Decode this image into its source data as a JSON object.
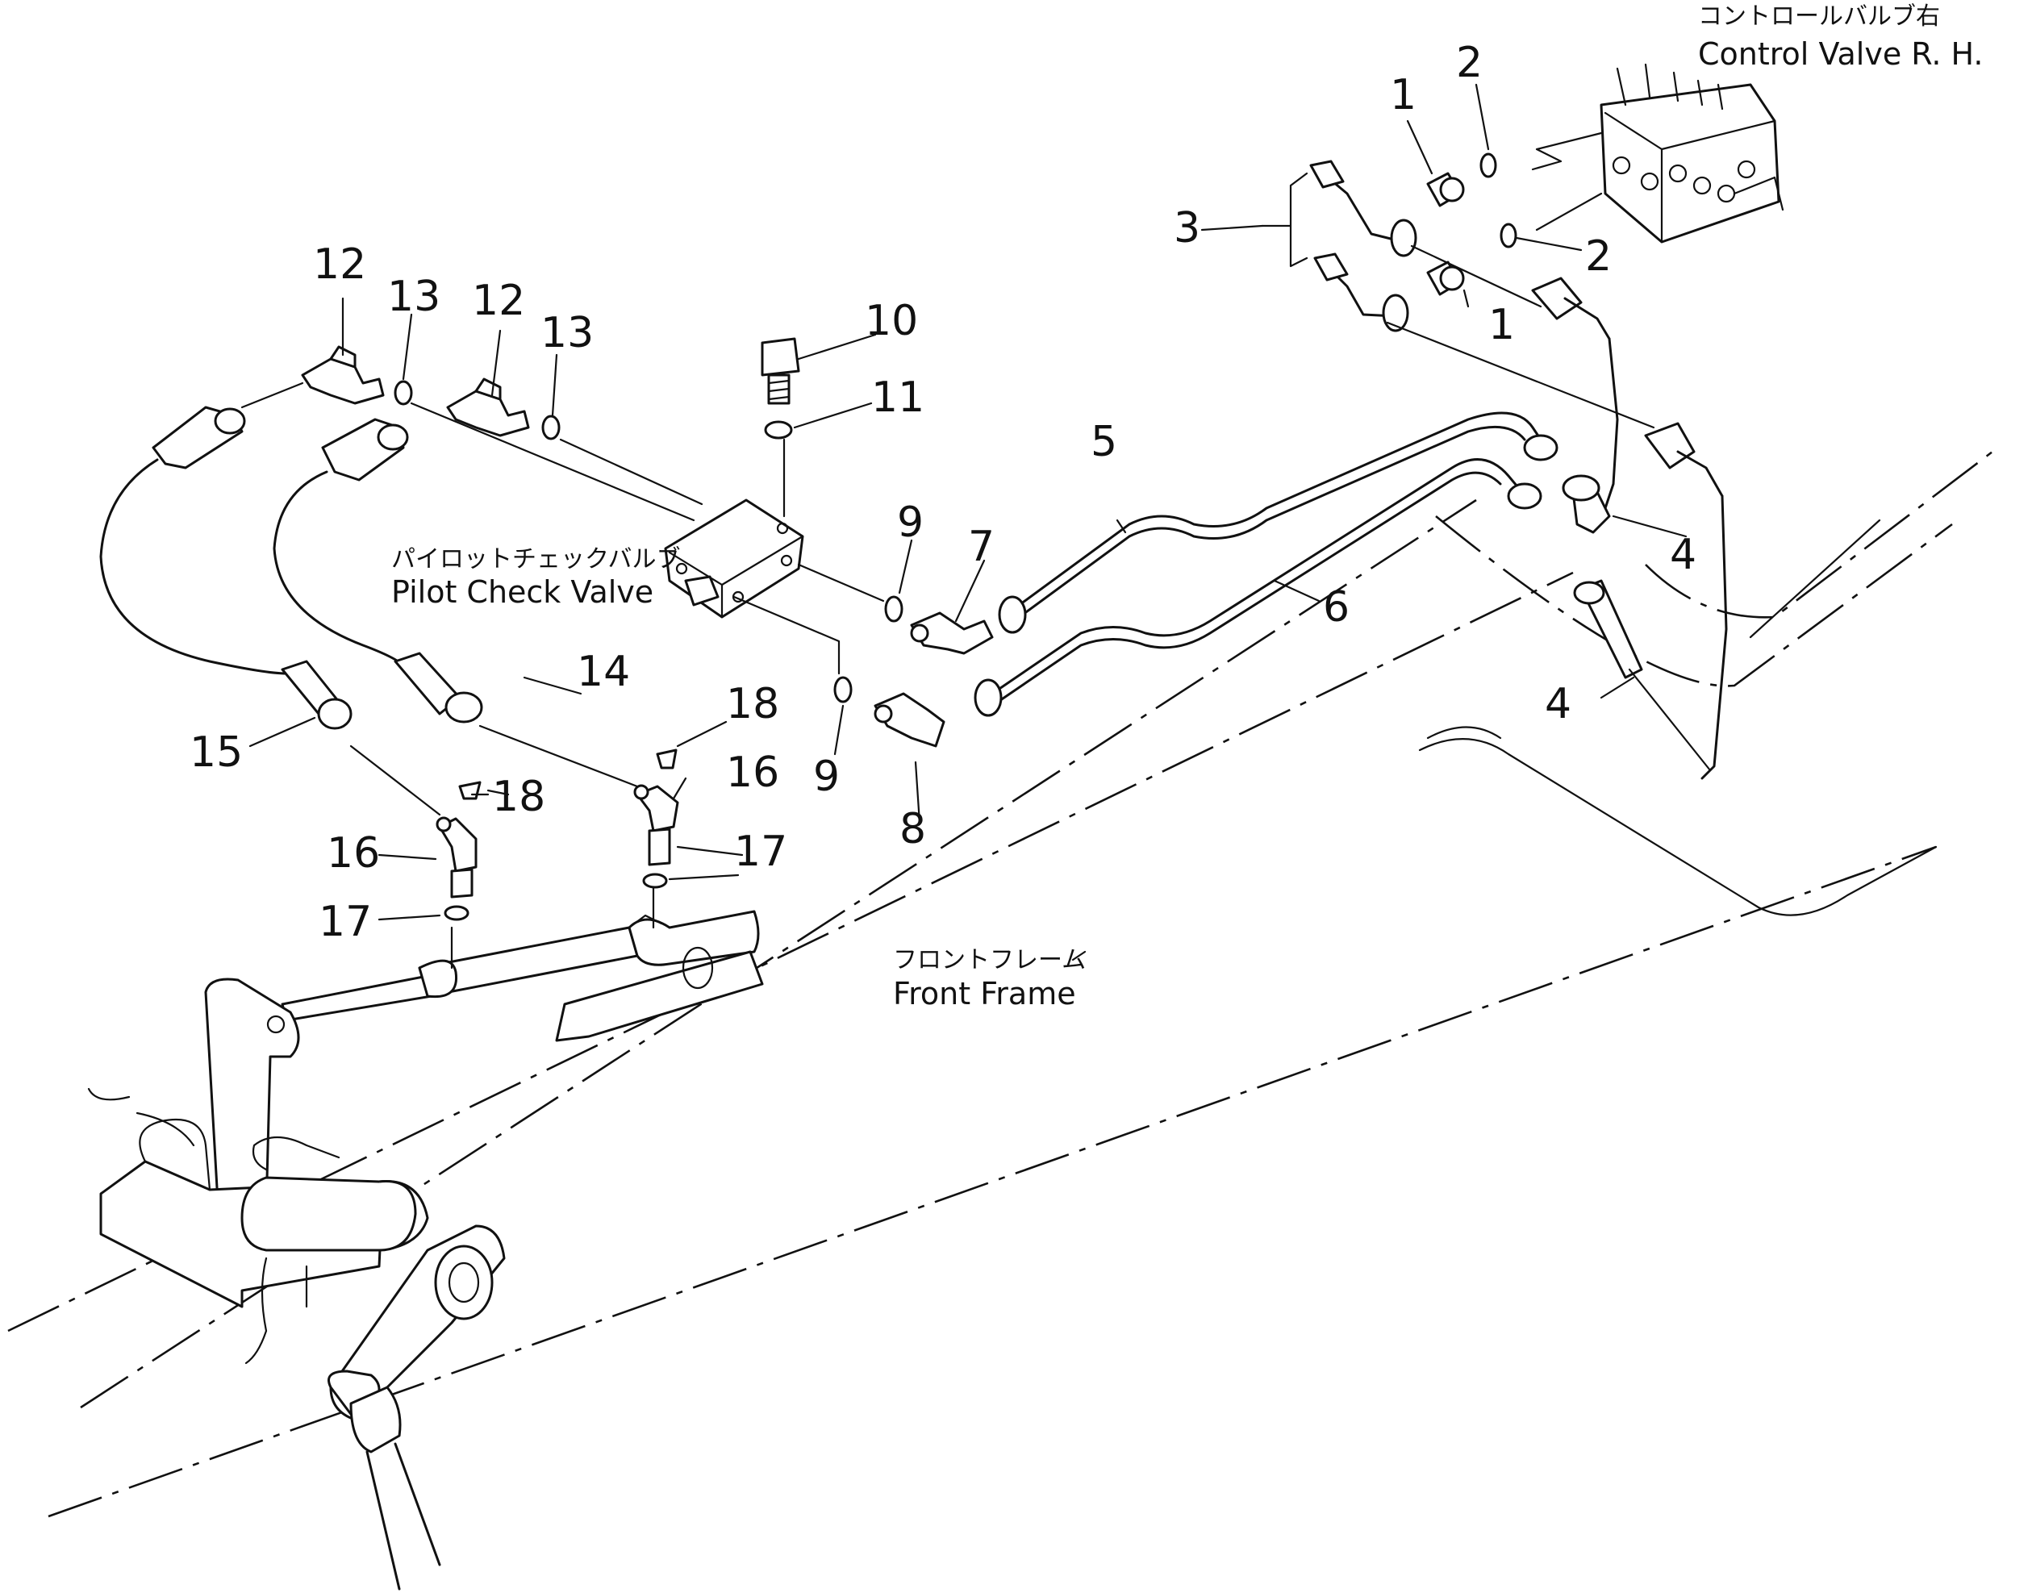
{
  "labels": {
    "control_valve_jp": "コントロールバルブ右",
    "control_valve_en": "Control Valve R. H.",
    "pilot_check_valve_jp": "パイロットチェックバルブ",
    "pilot_check_valve_en": "Pilot Check Valve",
    "front_frame_jp": "フロントフレーム",
    "front_frame_en": "Front Frame"
  },
  "callouts": {
    "c1a": "1",
    "c1b": "1",
    "c2a": "2",
    "c2b": "2",
    "c3": "3",
    "c4a": "4",
    "c4b": "4",
    "c5": "5",
    "c6": "6",
    "c7": "7",
    "c8": "8",
    "c9a": "9",
    "c9b": "9",
    "c10": "10",
    "c11": "11",
    "c12a": "12",
    "c12b": "12",
    "c13a": "13",
    "c13b": "13",
    "c14": "14",
    "c15": "15",
    "c16a": "16",
    "c16b": "16",
    "c17a": "17",
    "c17b": "17",
    "c18a": "18",
    "c18b": "18"
  }
}
